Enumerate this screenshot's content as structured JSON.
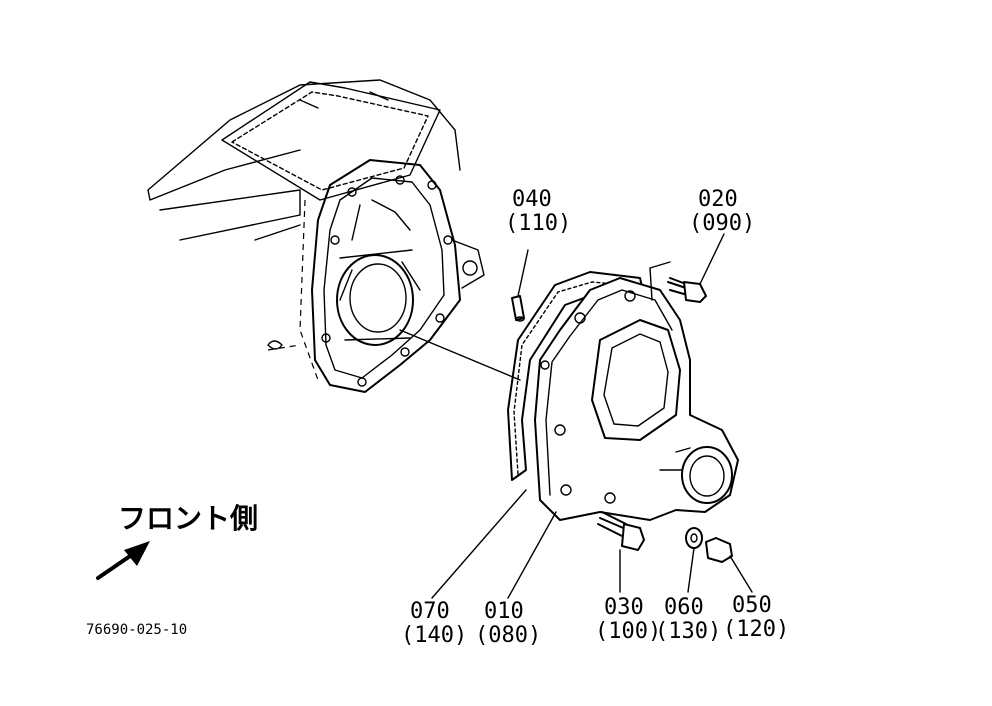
{
  "direction_label": "フロント側",
  "drawing_number": "76690-025-10",
  "callouts": [
    {
      "id": "part-040",
      "code": "040",
      "alt": "(110)"
    },
    {
      "id": "part-020",
      "code": "020",
      "alt": "(090)"
    },
    {
      "id": "part-070",
      "code": "070",
      "alt": "(140)"
    },
    {
      "id": "part-010",
      "code": "010",
      "alt": "(080)"
    },
    {
      "id": "part-030",
      "code": "030",
      "alt": "(100)"
    },
    {
      "id": "part-060",
      "code": "060",
      "alt": "(130)"
    },
    {
      "id": "part-050",
      "code": "050",
      "alt": "(120)"
    }
  ]
}
